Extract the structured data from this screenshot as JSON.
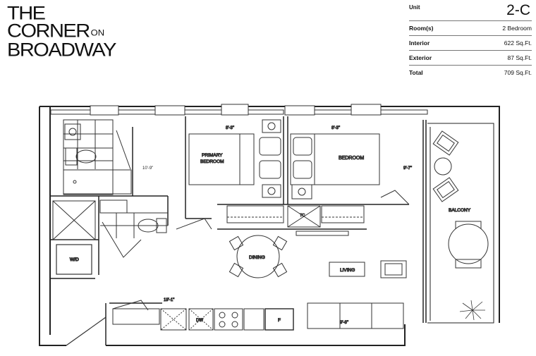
{
  "brand": {
    "line1": "THE",
    "line2": "CORNER",
    "on": "ON",
    "line3": "BROADWAY"
  },
  "unit_info": {
    "unit_label": "Unit",
    "unit_value": "2-C",
    "rows": [
      {
        "label": "Room(s)",
        "value": "2 Bedroom"
      },
      {
        "label": "Interior",
        "value": "622 Sq.Ft."
      },
      {
        "label": "Exterior",
        "value": "87 Sq.Ft."
      },
      {
        "label": "Total",
        "value": "709 Sq.Ft."
      }
    ]
  },
  "floorplan": {
    "rooms": {
      "primary_bedroom_1": "PRIMARY",
      "primary_bedroom_2": "BEDROOM",
      "bedroom": "BEDROOM",
      "balcony": "BALCONY",
      "dining": "DINING",
      "living": "LIVING",
      "wd": "W/D",
      "dw": "DW",
      "fridge": "F",
      "tc": "TC"
    },
    "dimensions": {
      "primary_width": "8'-3\"",
      "bedroom_width": "8'-3\"",
      "bath_width": "10'-9\"",
      "balcony_depth": "9'-7\"",
      "kitchen_length": "19'-1\"",
      "living_width": "9'-8\""
    }
  }
}
